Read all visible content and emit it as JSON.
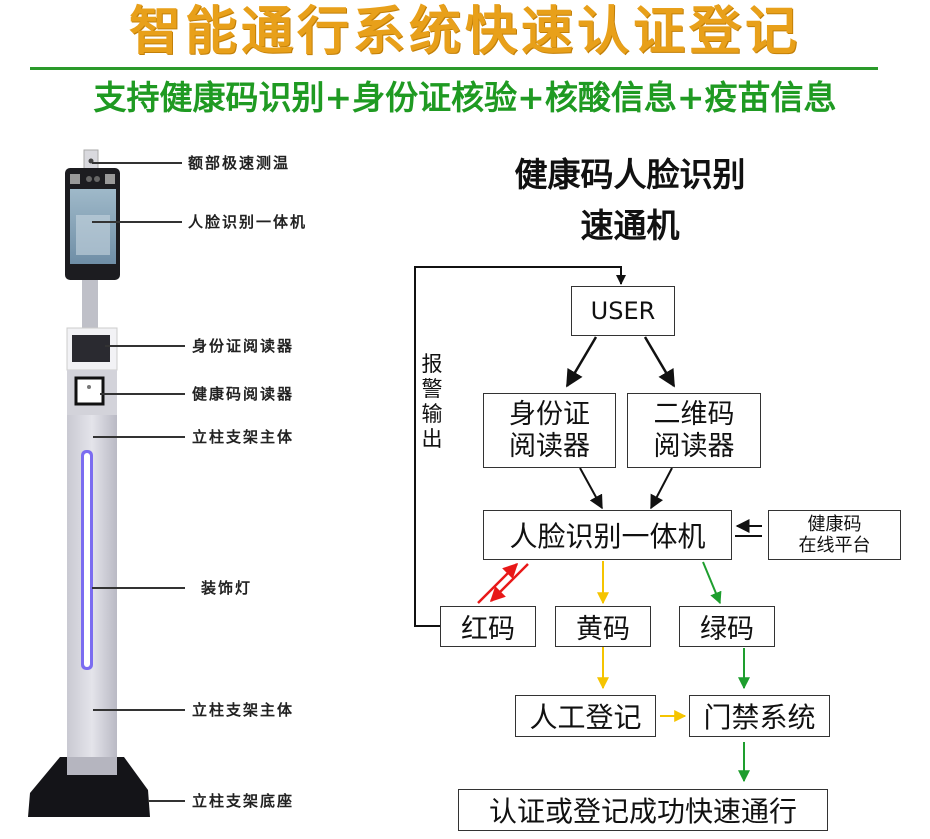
{
  "header": {
    "title": "智能通行系统快速认证登记",
    "subtitle": "支持健康码识别+身份证核验+核酸信息+疫苗信息",
    "title_color": "#e8a01a",
    "subtitle_color": "#1f9a22"
  },
  "device": {
    "callouts": [
      {
        "label": "额部极速测温"
      },
      {
        "label": "人脸识别一体机"
      },
      {
        "label": "身份证阅读器"
      },
      {
        "label": "健康码阅读器"
      },
      {
        "label": "立柱支架主体"
      },
      {
        "label": "装饰灯"
      },
      {
        "label": "立柱支架主体"
      },
      {
        "label": "立柱支架底座"
      }
    ]
  },
  "flowchart": {
    "title_line1": "健康码人脸识别",
    "title_line2": "速通机",
    "feedback_label": "报警输出",
    "nodes": {
      "user": "USER",
      "id_reader_line1": "身份证",
      "id_reader_line2": "阅读器",
      "qr_reader_line1": "二维码",
      "qr_reader_line2": "阅读器",
      "face_terminal": "人脸识别一体机",
      "health_platform_line1": "健康码",
      "health_platform_line2": "在线平台",
      "red_code": "红码",
      "yellow_code": "黄码",
      "green_code": "绿码",
      "manual_register": "人工登记",
      "access_control": "门禁系统",
      "pass": "认证或登记成功快速通行"
    },
    "colors": {
      "red": "#e81818",
      "yellow": "#f5c400",
      "green": "#1e9e2e",
      "black": "#111111"
    }
  }
}
